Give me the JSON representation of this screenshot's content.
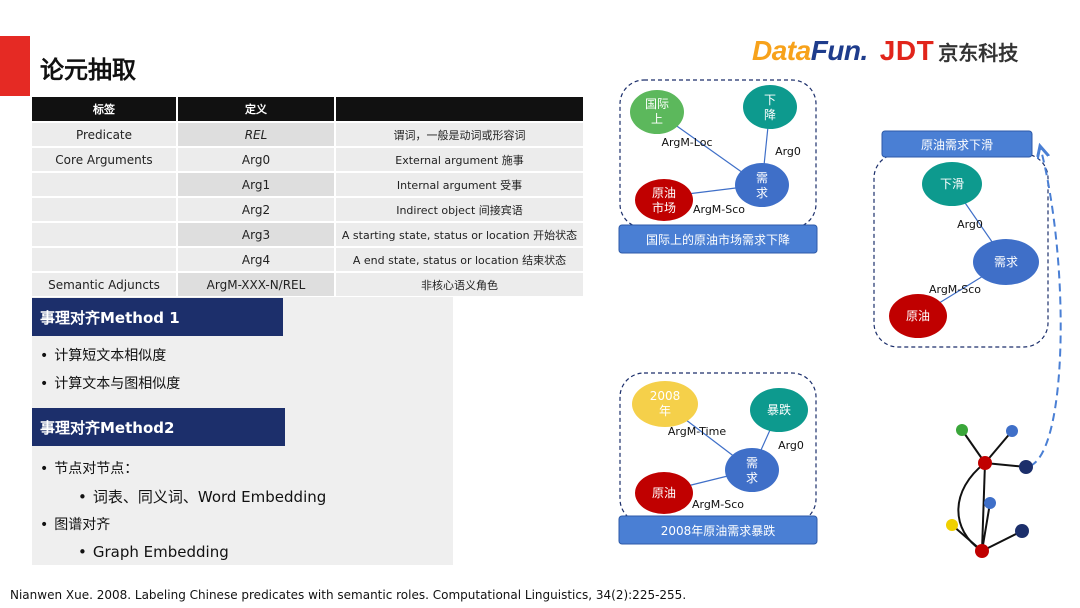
{
  "title": "论元抽取",
  "logo": {
    "datafun_a": "Data",
    "datafun_b": "Fun.",
    "jdt": "JDT",
    "jd_cn": "京东科技"
  },
  "table": {
    "headers": [
      "标签",
      "定义",
      ""
    ],
    "rows": [
      {
        "label": "Predicate",
        "def": "REL",
        "desc": "谓词，一般是动词或形容词"
      },
      {
        "label": "Core Arguments",
        "def": "Arg0",
        "desc": "External argument 施事"
      },
      {
        "label": "",
        "def": "Arg1",
        "desc": "Internal argument 受事"
      },
      {
        "label": "",
        "def": "Arg2",
        "desc": "Indirect object 间接宾语"
      },
      {
        "label": "",
        "def": "Arg3",
        "desc": "A starting state, status or location 开始状态"
      },
      {
        "label": "",
        "def": "Arg4",
        "desc": "A end state, status or location 结束状态"
      },
      {
        "label": "Semantic Adjuncts",
        "def": "ArgM-XXX-N/REL",
        "desc": "非核心语义角色"
      }
    ]
  },
  "method1": {
    "heading": "事理对齐Method 1",
    "bullets": [
      "计算短文本相似度",
      "计算文本与图相似度"
    ]
  },
  "method2": {
    "heading": "事理对齐Method2",
    "b1": "节点对节点：",
    "b1_sub": "词表、同义词、Word Embedding",
    "b2": "图谱对齐",
    "b2_sub": "Graph Embedding"
  },
  "graph1": {
    "n_intl": "国际上",
    "n_intl_1": "国际",
    "n_intl_2": "上",
    "n_down_1": "下",
    "n_down_2": "降",
    "n_demand_1": "需",
    "n_demand_2": "求",
    "n_oil_1": "原油",
    "n_oil_2": "市场",
    "e_loc": "ArgM-Loc",
    "e_arg0": "Arg0",
    "e_sco": "ArgM-Sco",
    "caption": "国际上的原油市场需求下降"
  },
  "graph2": {
    "n_year_1": "2008",
    "n_year_2": "年",
    "n_surge": "暴跌",
    "n_demand_1": "需",
    "n_demand_2": "求",
    "n_oil": "原油",
    "e_time": "ArgM-Time",
    "e_arg0": "Arg0",
    "e_sco": "ArgM-Sco",
    "caption": "2008年原油需求暴跌"
  },
  "graph3": {
    "title": "原油需求下滑",
    "n_slide": "下滑",
    "n_demand": "需求",
    "n_oil": "原油",
    "e_arg0": "Arg0",
    "e_sco": "ArgM-Sco"
  },
  "footer": "Nianwen Xue. 2008. Labeling Chinese predicates with semantic roles. Computational Linguistics, 34(2):225-255.",
  "colors": {
    "accent_red": "#e52a24",
    "navy": "#1c2f6b",
    "node_blue": "#3f6fc8",
    "node_red": "#c00000",
    "node_teal": "#0d9a8e",
    "node_green": "#5cb85c",
    "node_yellow": "#f5d04a",
    "caption_blue": "#4a7fd4"
  }
}
